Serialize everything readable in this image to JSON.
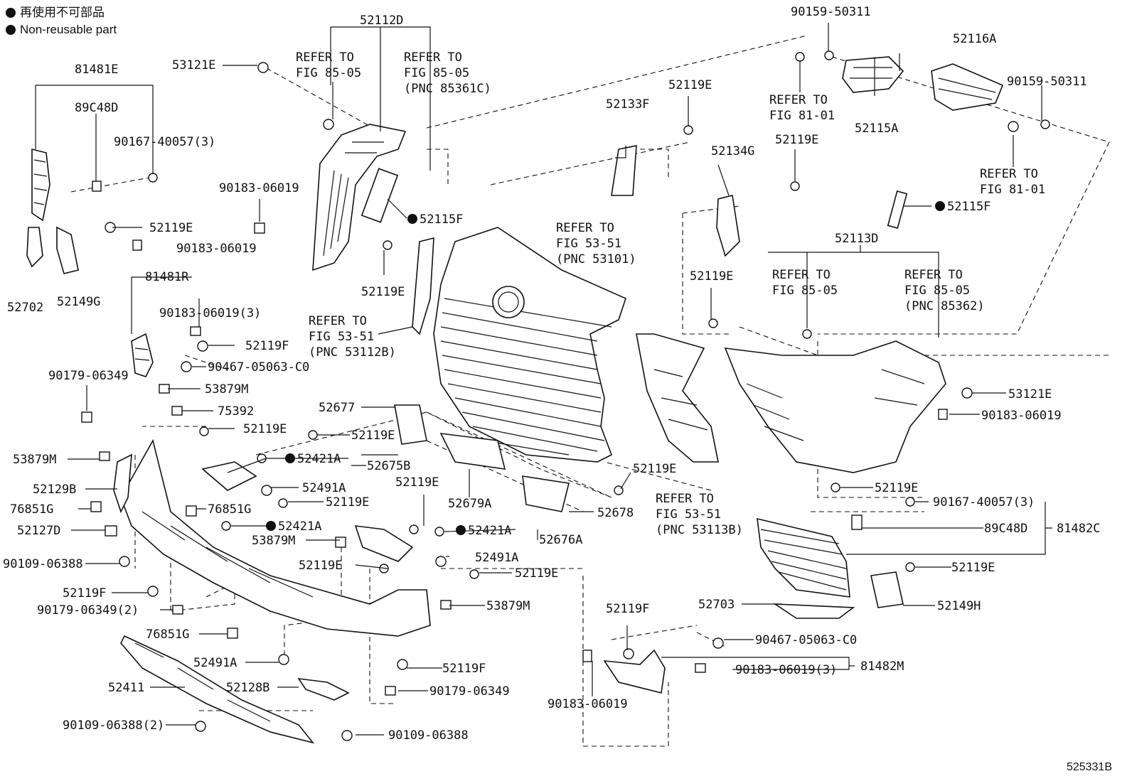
{
  "legend": {
    "ja": "再使用不可部品",
    "en": "Non-reusable part"
  },
  "diagram_code": "525331B",
  "labels": [
    {
      "id": "l1",
      "text": "81481E"
    },
    {
      "id": "l2",
      "text": "89C48D"
    },
    {
      "id": "l3",
      "text": "90167-40057(3)"
    },
    {
      "id": "l4",
      "text": "53121E"
    },
    {
      "id": "l5",
      "text": "52112D"
    },
    {
      "id": "l6",
      "text": "REFER TO"
    },
    {
      "id": "l7",
      "text": "FIG 85-05"
    },
    {
      "id": "l8",
      "text": "REFER TO"
    },
    {
      "id": "l9",
      "text": "FIG 85-05"
    },
    {
      "id": "l10",
      "text": "(PNC 85361C)"
    },
    {
      "id": "l11",
      "text": "90183-06019"
    },
    {
      "id": "l12",
      "text": "52119E"
    },
    {
      "id": "l13",
      "text": "90183-06019"
    },
    {
      "id": "l14",
      "text": "52702"
    },
    {
      "id": "l15",
      "text": "52149G"
    },
    {
      "id": "l16",
      "text": "81481R"
    },
    {
      "id": "l17",
      "text": "90183-06019(3)"
    },
    {
      "id": "l18",
      "text": "52119F"
    },
    {
      "id": "l19",
      "text": "90467-05063-C0"
    },
    {
      "id": "l20",
      "text": "90179-06349"
    },
    {
      "id": "l21",
      "text": "53879M"
    },
    {
      "id": "l22",
      "text": "75392"
    },
    {
      "id": "l23",
      "text": "52119E"
    },
    {
      "id": "l24",
      "text": "53879M"
    },
    {
      "id": "l25",
      "text": "52129B"
    },
    {
      "id": "l26",
      "text": "76851G"
    },
    {
      "id": "l27",
      "text": "52127D"
    },
    {
      "id": "l28",
      "text": "90109-06388"
    },
    {
      "id": "l29",
      "text": "52119F"
    },
    {
      "id": "l30",
      "text": "90179-06349(2)"
    },
    {
      "id": "l31",
      "text": "76851G"
    },
    {
      "id": "l32",
      "text": "76851G"
    },
    {
      "id": "l33",
      "text": "52491A"
    },
    {
      "id": "l34",
      "text": "52411"
    },
    {
      "id": "l35",
      "text": "52128B"
    },
    {
      "id": "l36",
      "text": "90109-06388(2)"
    },
    {
      "id": "l37",
      "text": "90109-06388"
    },
    {
      "id": "l38",
      "text": "52115F"
    },
    {
      "id": "l39",
      "text": "52119E"
    },
    {
      "id": "l40",
      "text": "REFER TO"
    },
    {
      "id": "l41",
      "text": "FIG 53-51"
    },
    {
      "id": "l42",
      "text": "(PNC 53112B)"
    },
    {
      "id": "l43",
      "text": "52677"
    },
    {
      "id": "l44",
      "text": "52119E"
    },
    {
      "id": "l45",
      "text": "52421A"
    },
    {
      "id": "l46",
      "text": "52675B"
    },
    {
      "id": "l47",
      "text": "52491A"
    },
    {
      "id": "l48",
      "text": "52119E"
    },
    {
      "id": "l49",
      "text": "52421A"
    },
    {
      "id": "l50",
      "text": "53879M"
    },
    {
      "id": "l51",
      "text": "52119E"
    },
    {
      "id": "l52",
      "text": "52119E"
    },
    {
      "id": "l53",
      "text": "52679A"
    },
    {
      "id": "l54",
      "text": "52421A"
    },
    {
      "id": "l55",
      "text": "52676A"
    },
    {
      "id": "l56",
      "text": "52491A"
    },
    {
      "id": "l57",
      "text": "52119E"
    },
    {
      "id": "l58",
      "text": "53879M"
    },
    {
      "id": "l59",
      "text": "52119F"
    },
    {
      "id": "l60",
      "text": "90179-06349"
    },
    {
      "id": "l61",
      "text": "52678"
    },
    {
      "id": "l62",
      "text": "52133F"
    },
    {
      "id": "l63",
      "text": "52119E"
    },
    {
      "id": "l64",
      "text": "REFER TO"
    },
    {
      "id": "l65",
      "text": "FIG 53-51"
    },
    {
      "id": "l66",
      "text": "(PNC 53101)"
    },
    {
      "id": "l67",
      "text": "52119E"
    },
    {
      "id": "l68",
      "text": "REFER TO"
    },
    {
      "id": "l69",
      "text": "FIG 53-51"
    },
    {
      "id": "l70",
      "text": "(PNC 53113B)"
    },
    {
      "id": "l71",
      "text": "52119F"
    },
    {
      "id": "l72",
      "text": "90183-06019"
    },
    {
      "id": "l73",
      "text": "90159-50311"
    },
    {
      "id": "l74",
      "text": "52116A"
    },
    {
      "id": "l75",
      "text": "90159-50311"
    },
    {
      "id": "l76",
      "text": "REFER TO"
    },
    {
      "id": "l77",
      "text": "FIG 81-01"
    },
    {
      "id": "l78",
      "text": "52115A"
    },
    {
      "id": "l79",
      "text": "REFER TO"
    },
    {
      "id": "l80",
      "text": "FIG 81-01"
    },
    {
      "id": "l81",
      "text": "52134G"
    },
    {
      "id": "l82",
      "text": "52119E"
    },
    {
      "id": "l83",
      "text": "52115F"
    },
    {
      "id": "l84",
      "text": "52113D"
    },
    {
      "id": "l85",
      "text": "52119E"
    },
    {
      "id": "l86",
      "text": "REFER TO"
    },
    {
      "id": "l87",
      "text": "FIG 85-05"
    },
    {
      "id": "l88",
      "text": "REFER TO"
    },
    {
      "id": "l89",
      "text": "FIG 85-05"
    },
    {
      "id": "l90",
      "text": "(PNC 85362)"
    },
    {
      "id": "l91",
      "text": "53121E"
    },
    {
      "id": "l92",
      "text": "90183-06019"
    },
    {
      "id": "l93",
      "text": "52119E"
    },
    {
      "id": "l94",
      "text": "90167-40057(3)"
    },
    {
      "id": "l95",
      "text": "89C48D"
    },
    {
      "id": "l96",
      "text": "81482C"
    },
    {
      "id": "l97",
      "text": "52119E"
    },
    {
      "id": "l98",
      "text": "52703"
    },
    {
      "id": "l99",
      "text": "52149H"
    },
    {
      "id": "l100",
      "text": "90467-05063-C0"
    },
    {
      "id": "l101",
      "text": "90183-06019(3)"
    },
    {
      "id": "l102",
      "text": "81482M"
    },
    {
      "id": "l103",
      "text": "90183-06019"
    }
  ]
}
